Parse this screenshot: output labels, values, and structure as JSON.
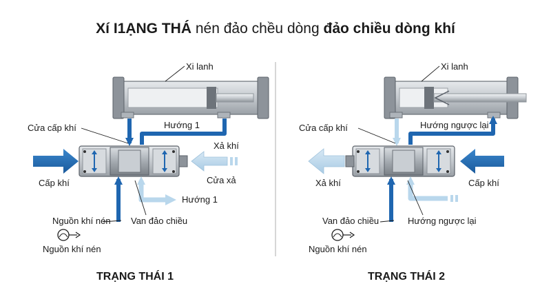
{
  "title": {
    "part1": "Xí I1ẠNG THÁ",
    "part2": " nén đảo chều dòng ",
    "part3": "đảo chiều dòng khí"
  },
  "left": {
    "xi_lanh": "Xi lanh",
    "cua_cap_khi": "Cửa cấp khí",
    "huong_1_top": "Hướng 1",
    "xa_khi": "Xả khí",
    "cap_khi": "Cấp khí",
    "cua_xa": "Cửa xả",
    "huong_1_bottom": "Hướng 1",
    "nguon_khi_nen_top": "Nguồn khí nén",
    "van_dao_chieu": "Van đảo chiều",
    "nguon_khi_nen_bottom": "Nguồn khí nén",
    "state_label": "TRẠNG THÁI 1"
  },
  "right": {
    "xi_lanh": "Xi lanh",
    "cua_cap_khi": "Cửa cấp khí",
    "huong_nguoc_lai_top": "Hướng ngược lại",
    "xa_khi": "Xả khí",
    "cap_khi": "Cấp khí",
    "van_dao_chieu": "Van đảo chiều",
    "huong_nguoc_lai_bottom": "Hướng ngược lại",
    "nguon_khi_nen": "Nguồn khí nén",
    "state_label": "TRẠNG THÁI 2"
  },
  "colors": {
    "flow_blue": "#1f66b0",
    "flow_light": "#b9d7ec",
    "body_gray": "#c9ced3",
    "dark_gray": "#5a6068",
    "divider": "#bbbbbb"
  },
  "icons": [
    "pressure-source-icon",
    "arrow-right-icon",
    "arrow-left-icon",
    "flow-arrow-icon"
  ]
}
